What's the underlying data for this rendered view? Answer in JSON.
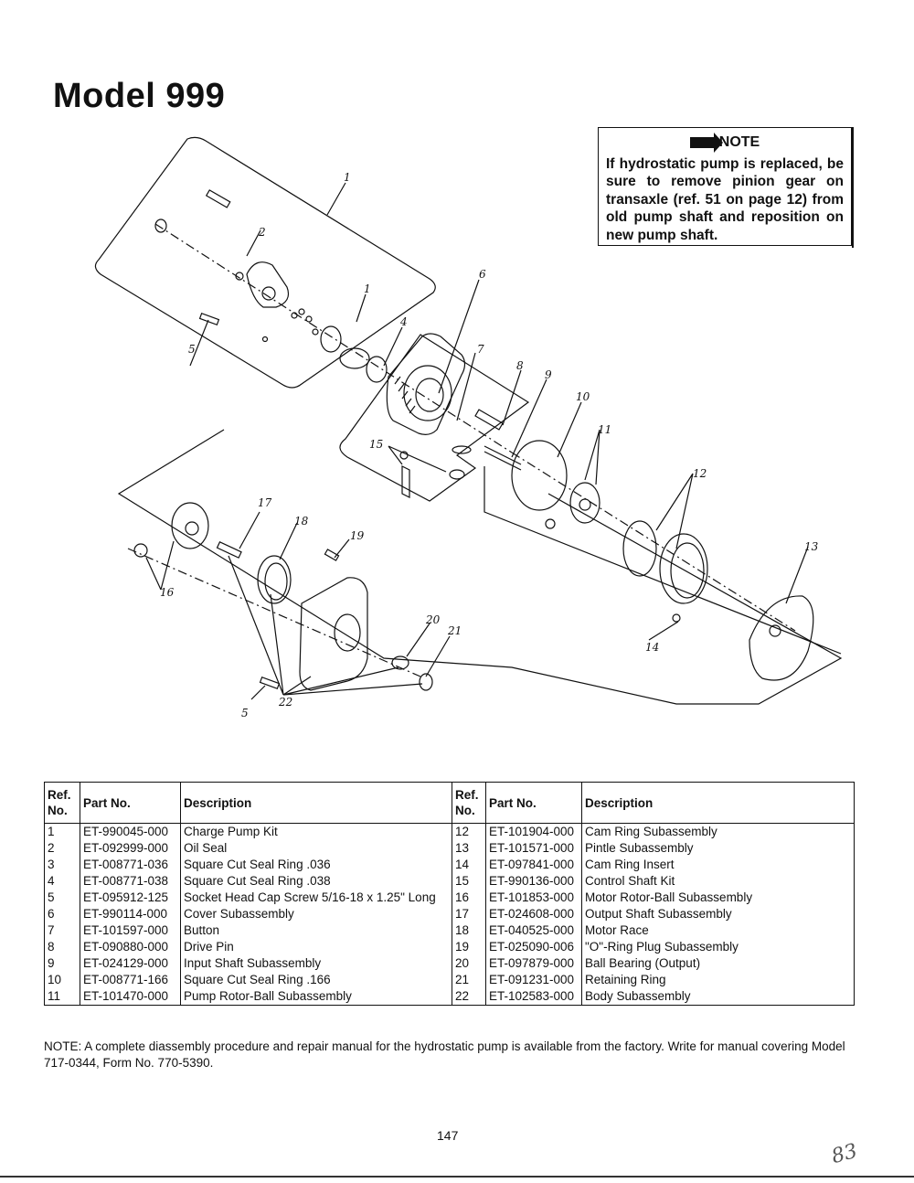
{
  "page_title": "Model 999",
  "note": {
    "heading": "NOTE",
    "text": "If hydrostatic pump is replaced, be sure to remove pinion gear on transaxle (ref. 51 on page 12) from old pump shaft and reposition on new pump shaft."
  },
  "callouts": [
    "1",
    "2",
    "1",
    "4",
    "5",
    "6",
    "7",
    "8",
    "9",
    "10",
    "11",
    "12",
    "13",
    "14",
    "15",
    "16",
    "17",
    "18",
    "19",
    "20",
    "21",
    "22",
    "5"
  ],
  "table": {
    "headers": {
      "ref": "Ref. No.",
      "part": "Part No.",
      "desc": "Description"
    },
    "left": [
      {
        "ref": "1",
        "part": "ET-990045-000",
        "desc": "Charge Pump Kit"
      },
      {
        "ref": "2",
        "part": "ET-092999-000",
        "desc": "Oil Seal"
      },
      {
        "ref": "3",
        "part": "ET-008771-036",
        "desc": "Square Cut Seal Ring .036"
      },
      {
        "ref": "4",
        "part": "ET-008771-038",
        "desc": "Square Cut Seal Ring .038"
      },
      {
        "ref": "5",
        "part": "ET-095912-125",
        "desc": "Socket Head Cap Screw 5/16-18 x 1.25\" Long"
      },
      {
        "ref": "6",
        "part": "ET-990114-000",
        "desc": "Cover Subassembly"
      },
      {
        "ref": "7",
        "part": "ET-101597-000",
        "desc": "Button"
      },
      {
        "ref": "8",
        "part": "ET-090880-000",
        "desc": "Drive Pin"
      },
      {
        "ref": "9",
        "part": "ET-024129-000",
        "desc": "Input Shaft Subassembly"
      },
      {
        "ref": "10",
        "part": "ET-008771-166",
        "desc": "Square Cut Seal Ring .166"
      },
      {
        "ref": "11",
        "part": "ET-101470-000",
        "desc": "Pump Rotor-Ball Subassembly"
      }
    ],
    "right": [
      {
        "ref": "12",
        "part": "ET-101904-000",
        "desc": "Cam Ring Subassembly"
      },
      {
        "ref": "13",
        "part": "ET-101571-000",
        "desc": "Pintle Subassembly"
      },
      {
        "ref": "14",
        "part": "ET-097841-000",
        "desc": "Cam Ring Insert"
      },
      {
        "ref": "15",
        "part": "ET-990136-000",
        "desc": "Control Shaft Kit"
      },
      {
        "ref": "16",
        "part": "ET-101853-000",
        "desc": "Motor Rotor-Ball Subassembly"
      },
      {
        "ref": "17",
        "part": "ET-024608-000",
        "desc": "Output Shaft Subassembly"
      },
      {
        "ref": "18",
        "part": "ET-040525-000",
        "desc": "Motor Race"
      },
      {
        "ref": "19",
        "part": "ET-025090-006",
        "desc": "\"O\"-Ring Plug Subassembly"
      },
      {
        "ref": "20",
        "part": "ET-097879-000",
        "desc": "Ball Bearing (Output)"
      },
      {
        "ref": "21",
        "part": "ET-091231-000",
        "desc": "Retaining Ring"
      },
      {
        "ref": "22",
        "part": "ET-102583-000",
        "desc": "Body Subassembly"
      }
    ]
  },
  "footnote": "NOTE: A complete diassembly procedure and repair manual for the hydrostatic pump is available from the factory. Write for manual covering Model 717-0344, Form No. 770-5390.",
  "page_number": "147",
  "handwritten_mark": "83"
}
